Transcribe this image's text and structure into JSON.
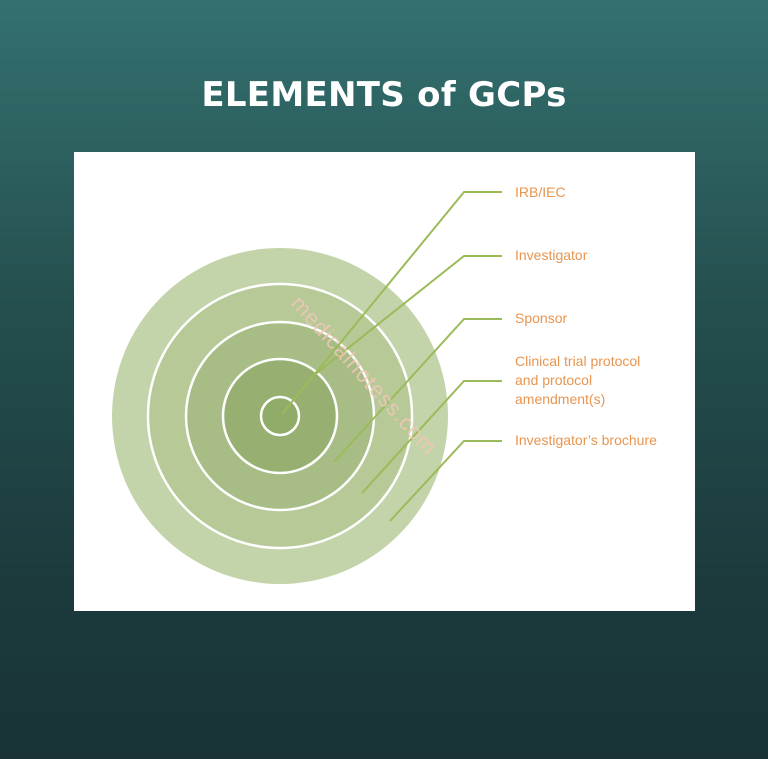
{
  "title": "ELEMENTS of GCPs",
  "colors": {
    "background_top": "#33716f",
    "background_bottom": "#193335",
    "ring_outer": "#c4d4aa",
    "ring_2": "#b6c997",
    "ring_3": "#a7bd85",
    "ring_4": "#97b071",
    "ring_center": "#91ab68",
    "leader_line": "#9bbb59",
    "label_text": "#e8954f",
    "watermark": "#f2c7b8"
  },
  "diagram": {
    "elements": [
      "IRB/IEC",
      "Investigator",
      "Sponsor",
      "Clinical trial protocol and protocol amendment(s)",
      "Investigator’s brochure"
    ],
    "labels": [
      {
        "lines": [
          "IRB/IEC"
        ]
      },
      {
        "lines": [
          "Investigator"
        ]
      },
      {
        "lines": [
          "Sponsor"
        ]
      },
      {
        "lines": [
          "Clinical trial protocol",
          "and protocol",
          "amendment(s)"
        ]
      },
      {
        "lines": [
          "Investigator’s brochure"
        ]
      }
    ]
  },
  "watermark": "medicalnotess.com"
}
